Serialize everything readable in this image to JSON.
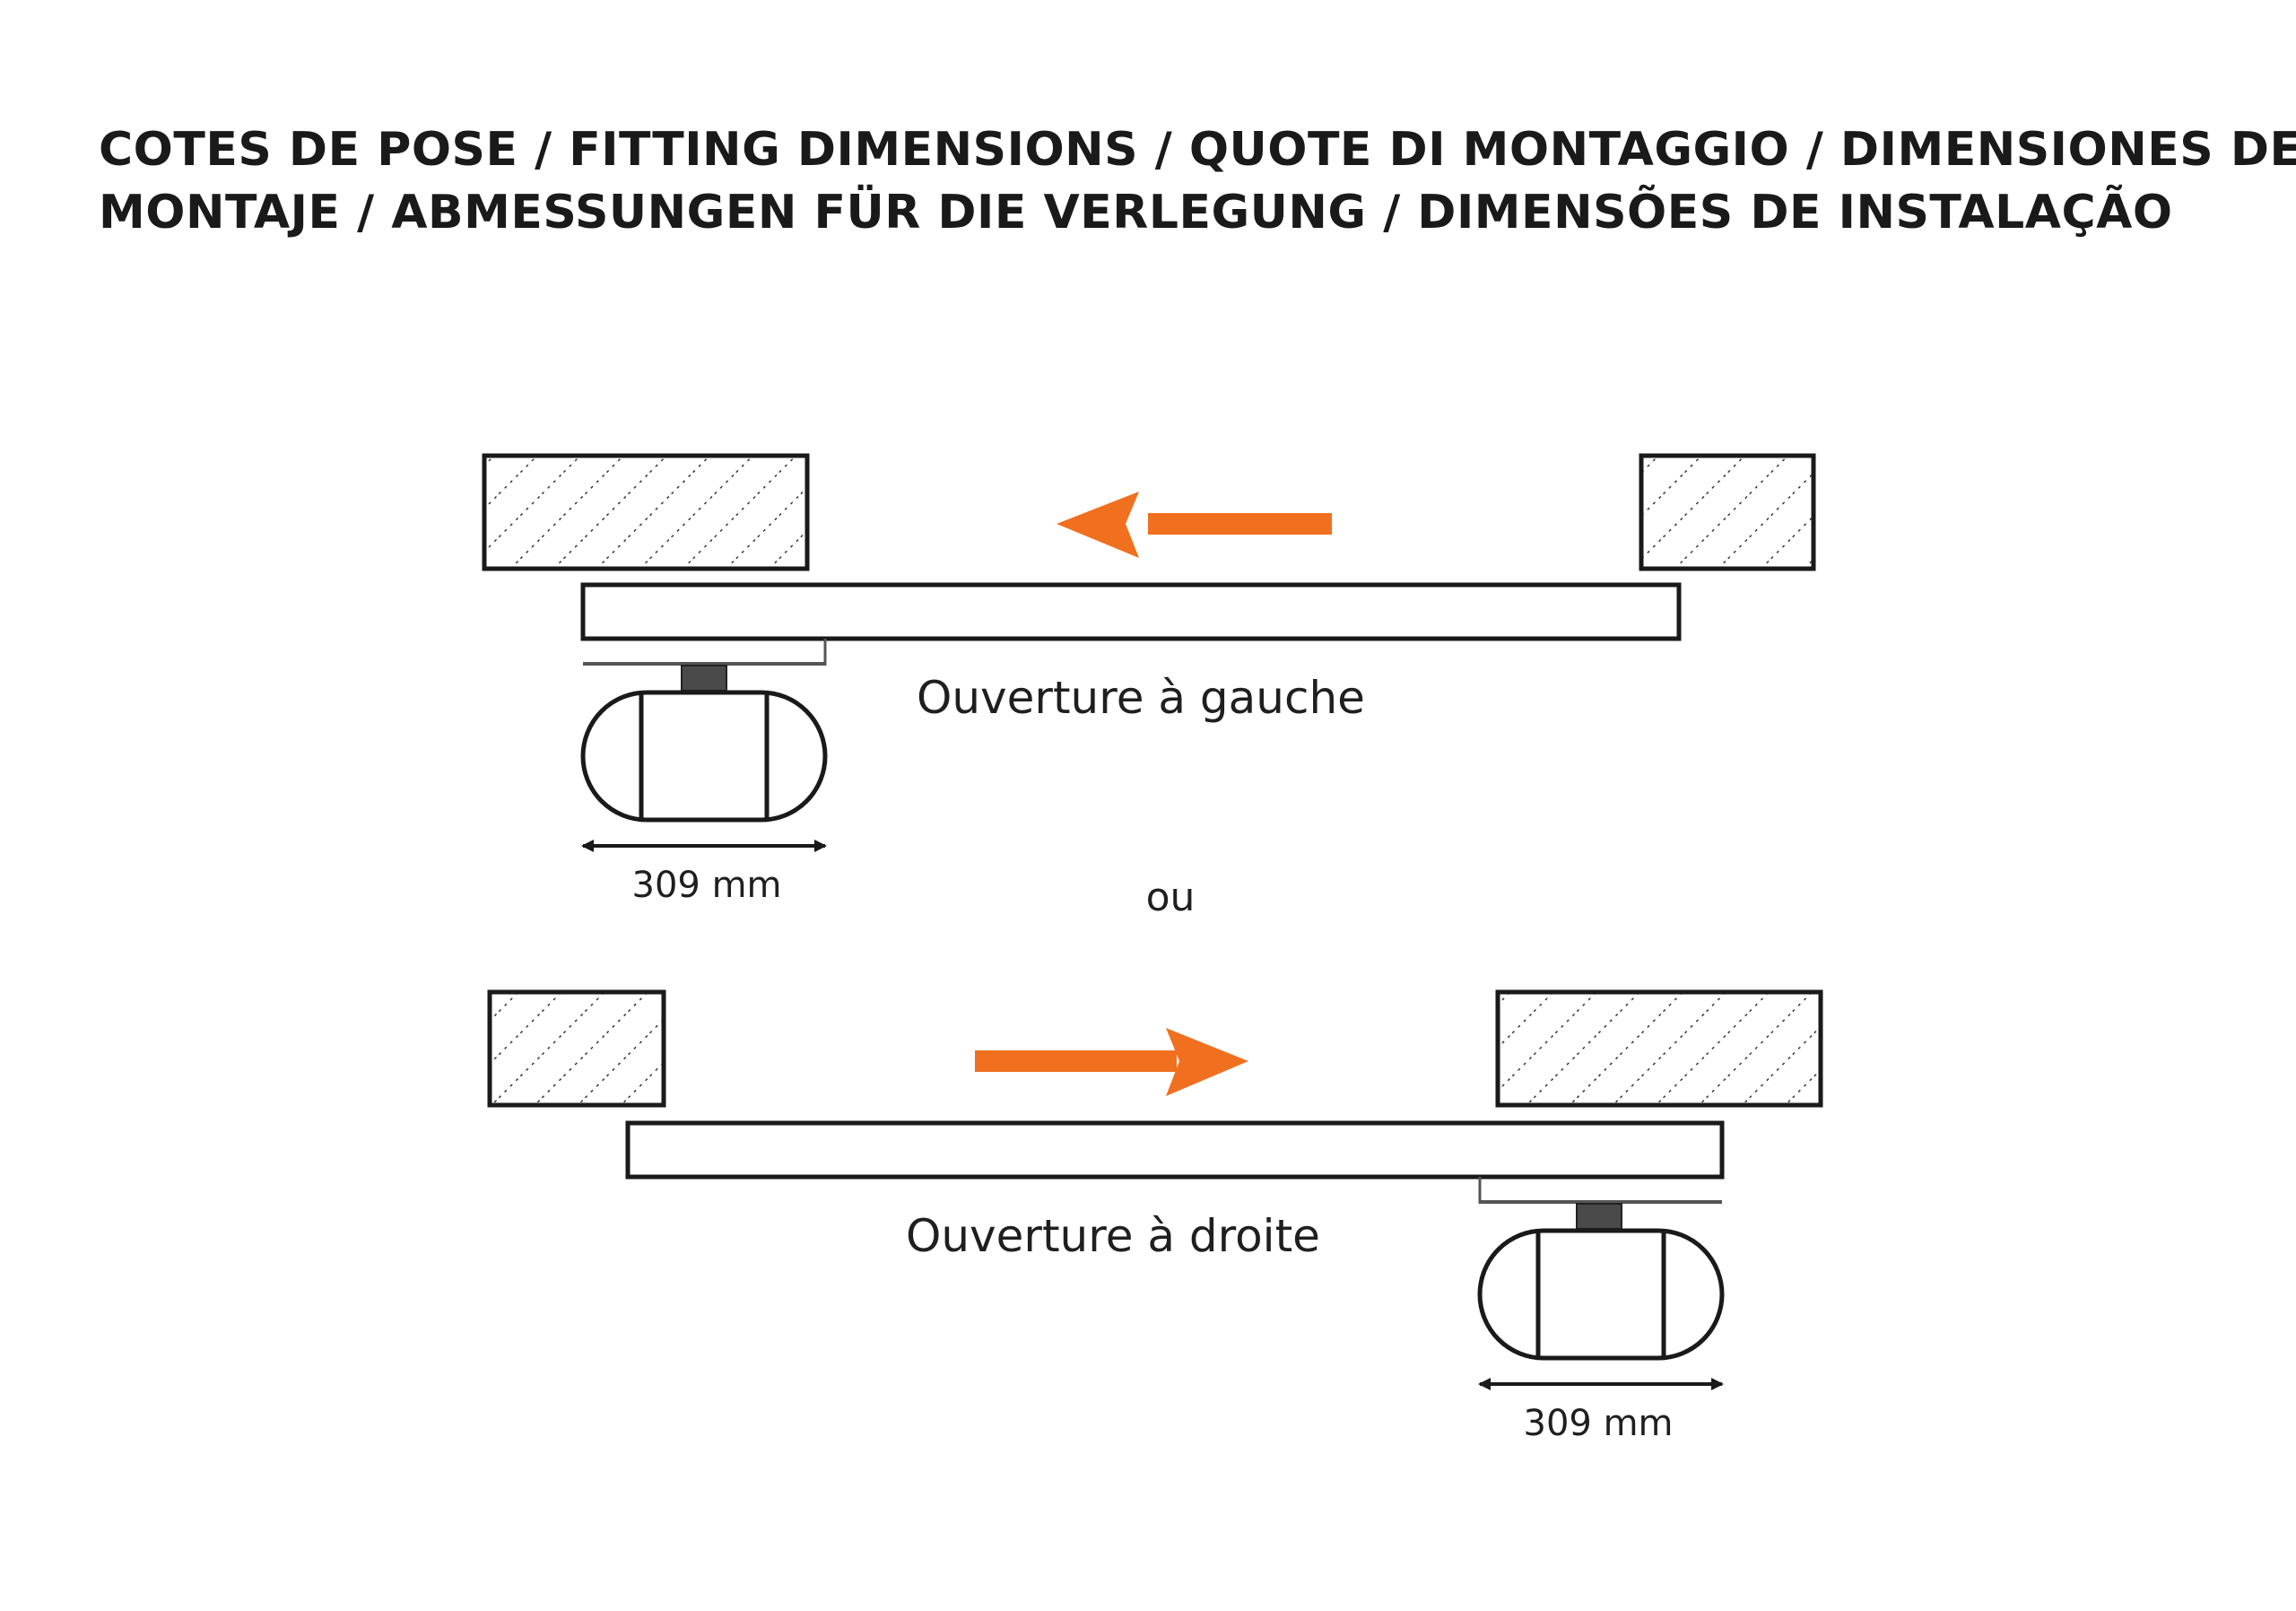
{
  "title": {
    "line1": "COTES DE POSE / FITTING DIMENSIONS / QUOTE DI MONTAGGIO / DIMENSIONES DE",
    "line2": "MONTAJE /  ABMESSUNGEN FÜR DIE VERLEGUNG / DIMENSÕES DE INSTALAÇÃO"
  },
  "left_opening": {
    "label": "Ouverture à gauche",
    "dimension": "309 mm",
    "arrow_direction": "left"
  },
  "separator": "ou",
  "right_opening": {
    "label": "Ouverture à droite",
    "dimension": "309 mm",
    "arrow_direction": "right"
  },
  "colors": {
    "arrow": "#f07020",
    "line": "#1a1a1a",
    "hatch": "#333333"
  }
}
